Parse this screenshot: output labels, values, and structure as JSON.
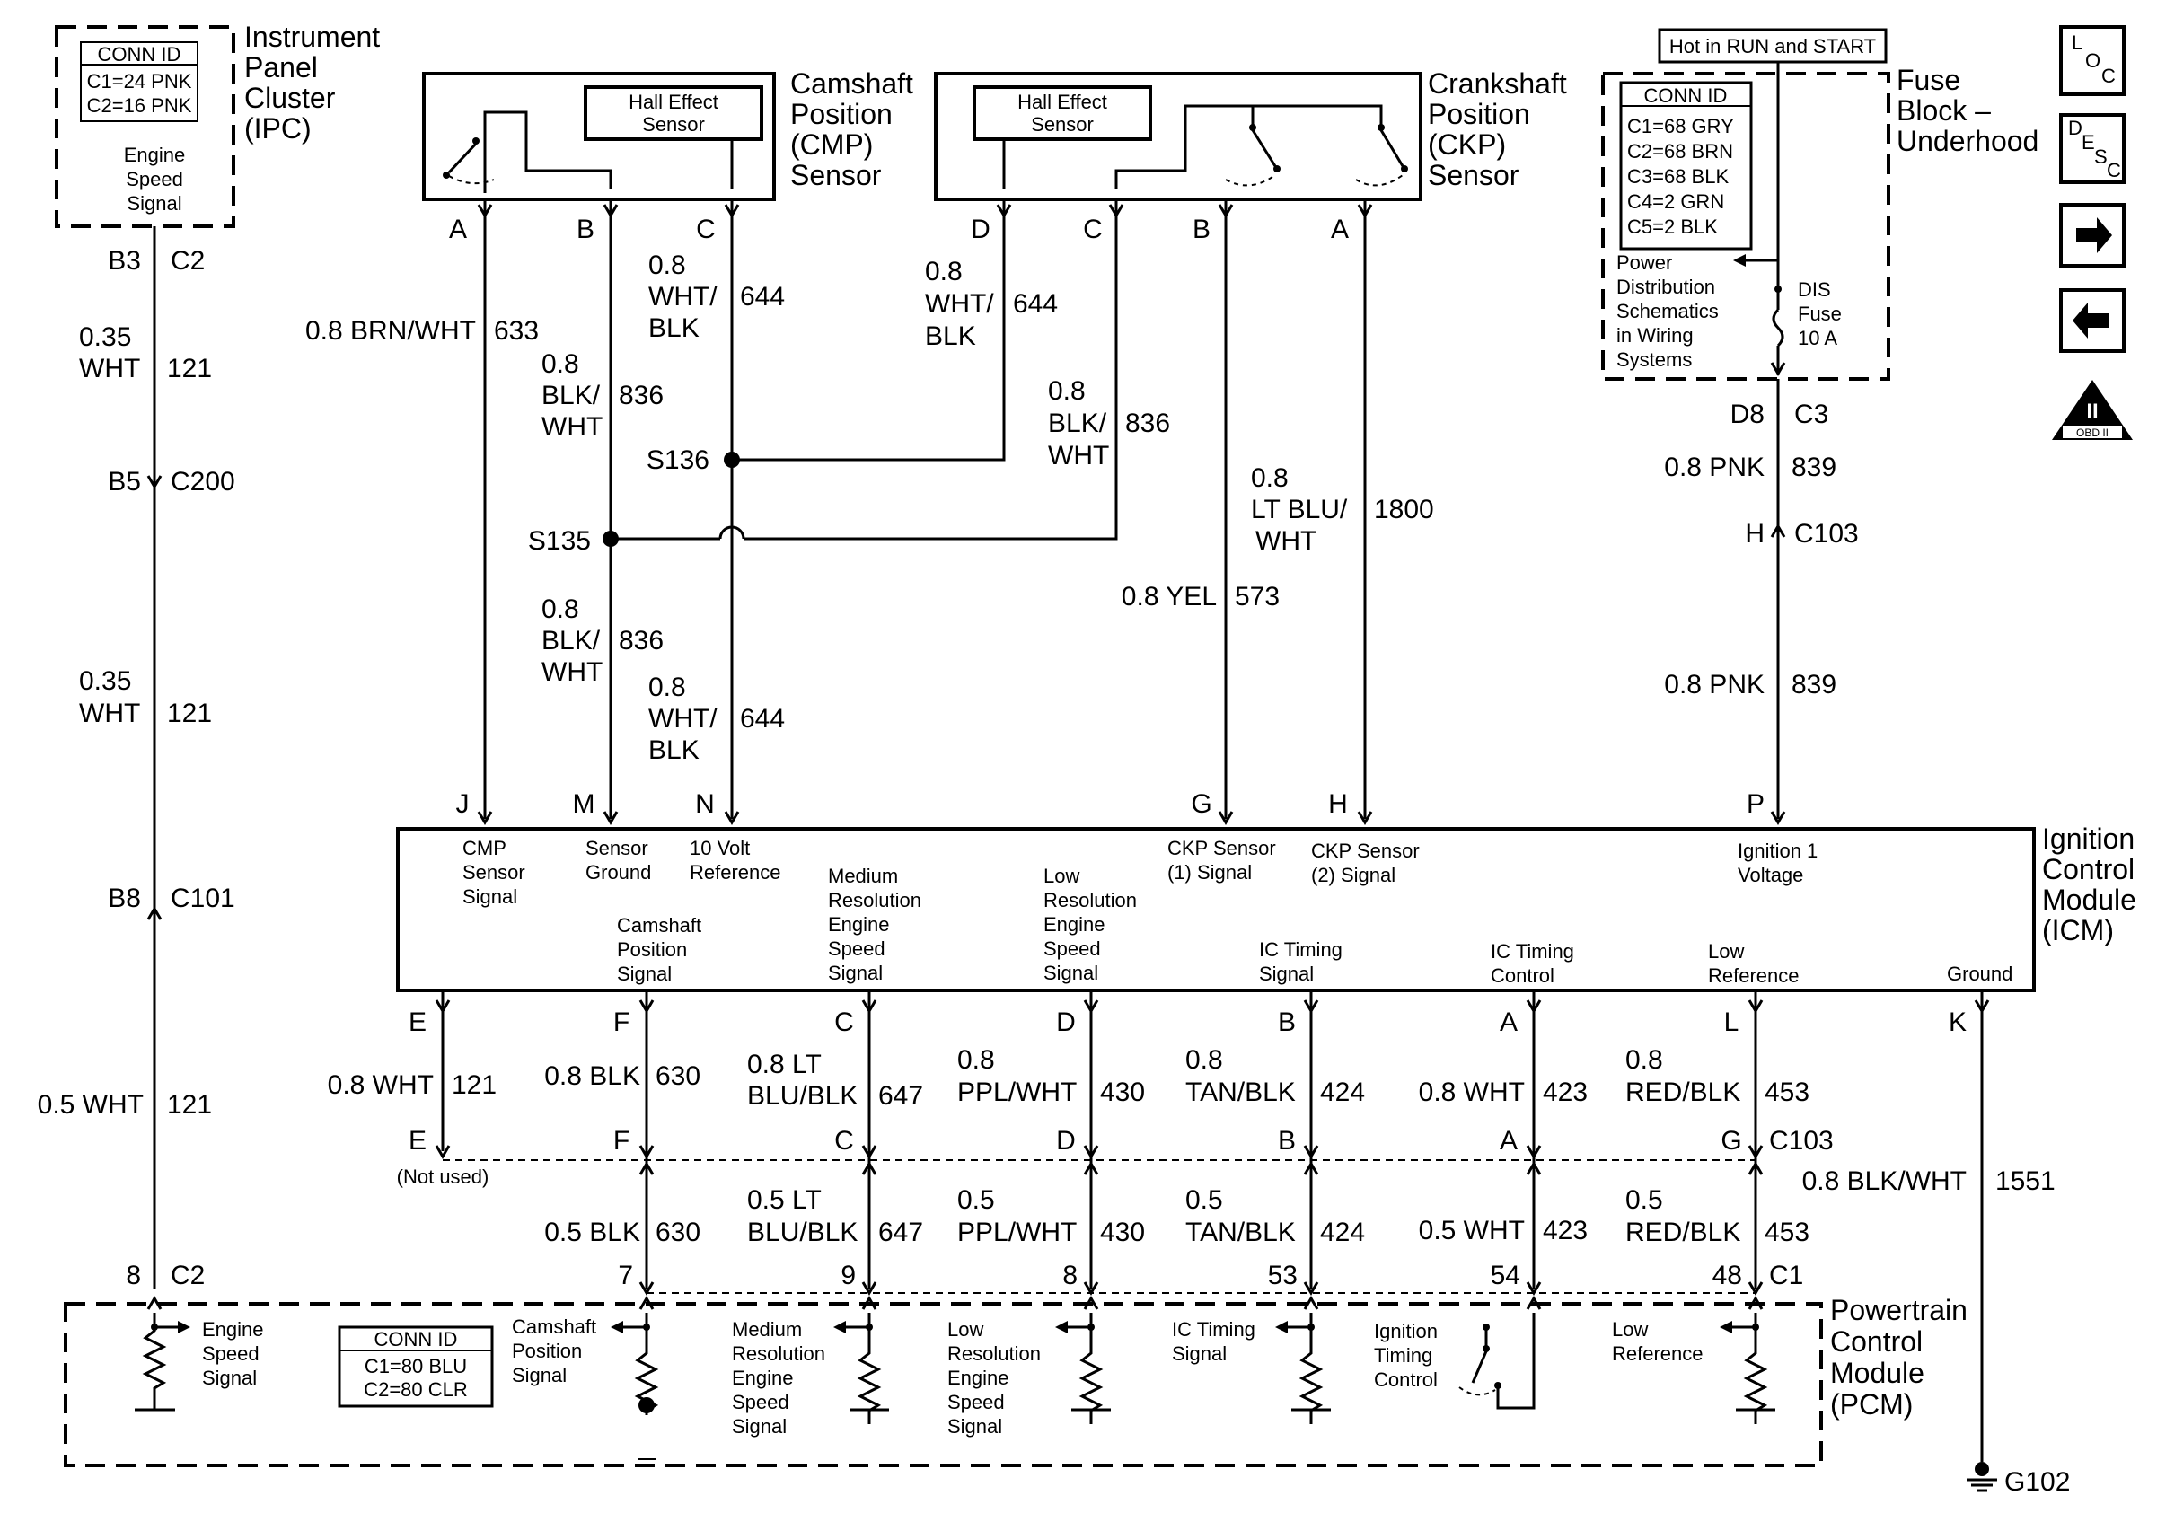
{
  "components": {
    "ipc": {
      "title": [
        "Instrument",
        "Panel",
        "Cluster",
        "(IPC)"
      ],
      "conn_header": "CONN ID",
      "conn_lines": [
        "C1=24 PNK",
        "C2=16 PNK"
      ],
      "pin_label": [
        "Engine",
        "Speed",
        "Signal"
      ]
    },
    "cmp": {
      "title": [
        "Camshaft",
        "Position",
        "(CMP)",
        "Sensor"
      ],
      "inner": [
        "Hall Effect",
        "Sensor"
      ]
    },
    "ckp": {
      "title": [
        "Crankshaft",
        "Position",
        "(CKP)",
        "Sensor"
      ],
      "inner": [
        "Hall Effect",
        "Sensor"
      ]
    },
    "fuse_block": {
      "hot_label": "Hot in RUN and START",
      "title": [
        "Fuse",
        "Block –",
        "Underhood"
      ],
      "conn_header": "CONN ID",
      "conn_lines": [
        "C1=68 GRY",
        "C2=68 BRN",
        "C3=68 BLK",
        "C4=2 GRN",
        "C5=2 BLK"
      ],
      "power_dist": [
        "Power",
        "Distribution",
        "Schematics",
        "in Wiring",
        "Systems"
      ],
      "fuse": [
        "DIS",
        "Fuse",
        "10 A"
      ]
    },
    "icm": {
      "title": [
        "Ignition",
        "Control",
        "Module",
        "(ICM)"
      ]
    },
    "pcm": {
      "title": [
        "Powertrain",
        "Control",
        "Module",
        "(PCM)"
      ],
      "conn_header": "CONN ID",
      "conn_lines": [
        "C1=80 BLU",
        "C2=80 CLR"
      ]
    }
  },
  "icm_top_labels": [
    [
      "CMP",
      "Sensor",
      "Signal"
    ],
    [
      "Sensor",
      "Ground"
    ],
    [
      "10 Volt",
      "Reference"
    ],
    [
      "CKP Sensor",
      "(1) Signal"
    ],
    [
      "CKP Sensor",
      "(2) Signal"
    ],
    [
      "Ignition 1",
      "Voltage"
    ]
  ],
  "icm_bottom_labels": [
    [
      "Camshaft",
      "Position",
      "Signal"
    ],
    [
      "Medium",
      "Resolution",
      "Engine",
      "Speed",
      "Signal"
    ],
    [
      "Low",
      "Resolution",
      "Engine",
      "Speed",
      "Signal"
    ],
    [
      "IC Timing",
      "Signal"
    ],
    [
      "IC Timing",
      "Control"
    ],
    [
      "Low",
      "Reference"
    ],
    [
      "Ground"
    ]
  ],
  "pcm_labels": [
    [
      "Engine",
      "Speed",
      "Signal"
    ],
    [
      "Camshaft",
      "Position",
      "Signal"
    ],
    [
      "Medium",
      "Resolution",
      "Engine",
      "Speed",
      "Signal"
    ],
    [
      "Low",
      "Resolution",
      "Engine",
      "Speed",
      "Signal"
    ],
    [
      "IC Timing",
      "Signal"
    ],
    [
      "Ignition",
      "Timing",
      "Control"
    ],
    [
      "Low",
      "Reference"
    ]
  ],
  "pins": {
    "ipc": [
      "B3",
      "C2"
    ],
    "c200": [
      "B5",
      "C200"
    ],
    "c101": [
      "B8",
      "C101"
    ],
    "pcm_c2": [
      "8",
      "C2"
    ],
    "cmp": [
      "A",
      "B",
      "C"
    ],
    "ckp": [
      "D",
      "C",
      "B",
      "A"
    ],
    "fuse": [
      "D8",
      "C3"
    ],
    "c103_top": [
      "H",
      "C103"
    ],
    "icm_top": [
      "J",
      "M",
      "N",
      "G",
      "H",
      "P"
    ],
    "icm_bottom": [
      "E",
      "F",
      "C",
      "D",
      "B",
      "A",
      "L",
      "K"
    ],
    "c103_mid": [
      "E",
      "F",
      "C",
      "D",
      "B",
      "A",
      "G",
      "C103"
    ],
    "pcm_c1": [
      "7",
      "9",
      "8",
      "53",
      "54",
      "48",
      "C1"
    ]
  },
  "splices": [
    "S136",
    "S135"
  ],
  "not_used": "(Not used)",
  "ground": "G102",
  "wires": {
    "w121a": [
      "0.35",
      "WHT",
      "121"
    ],
    "w121b": [
      "0.35",
      "WHT",
      "121"
    ],
    "w121c": [
      "0.5 WHT",
      "121"
    ],
    "w633": [
      "0.8 BRN/WHT",
      "633"
    ],
    "w836a": [
      "0.8",
      "BLK/",
      "WHT",
      "836"
    ],
    "w644a": [
      "0.8",
      "WHT/",
      "BLK",
      "644"
    ],
    "w644b": [
      "0.8",
      "WHT/",
      "BLK",
      "644"
    ],
    "w836b": [
      "0.8",
      "BLK/",
      "WHT",
      "836"
    ],
    "w836c": [
      "0.8",
      "BLK/",
      "WHT",
      "836"
    ],
    "w644c": [
      "0.8",
      "WHT/",
      "BLK",
      "644"
    ],
    "w1800": [
      "0.8",
      "LT BLU/",
      "WHT",
      "1800"
    ],
    "w573": [
      "0.8 YEL",
      "573"
    ],
    "w839a": [
      "0.8 PNK",
      "839"
    ],
    "w839b": [
      "0.8 PNK",
      "839"
    ],
    "w1551": [
      "0.8 BLK/WHT",
      "1551"
    ],
    "upper_row": [
      [
        "0.8 WHT",
        "121"
      ],
      [
        "0.8 BLK",
        "630"
      ],
      [
        "0.8 LT",
        "BLU/BLK",
        "647"
      ],
      [
        "0.8",
        "PPL/WHT",
        "430"
      ],
      [
        "0.8",
        "TAN/BLK",
        "424"
      ],
      [
        "0.8 WHT",
        "423"
      ],
      [
        "0.8",
        "RED/BLK",
        "453"
      ]
    ],
    "lower_row": [
      [
        "0.5 BLK",
        "630"
      ],
      [
        "0.5 LT",
        "BLU/BLK",
        "647"
      ],
      [
        "0.5",
        "PPL/WHT",
        "430"
      ],
      [
        "0.5",
        "TAN/BLK",
        "424"
      ],
      [
        "0.5 WHT",
        "423"
      ],
      [
        "0.5",
        "RED/BLK",
        "453"
      ]
    ]
  },
  "side_icons": {
    "loc": [
      "L",
      "O",
      "C"
    ],
    "desc": [
      "D",
      "E",
      "S",
      "C"
    ],
    "obd": [
      "II",
      "OBD II"
    ],
    "next": "right-arrow-icon",
    "prev": "left-arrow-icon"
  }
}
